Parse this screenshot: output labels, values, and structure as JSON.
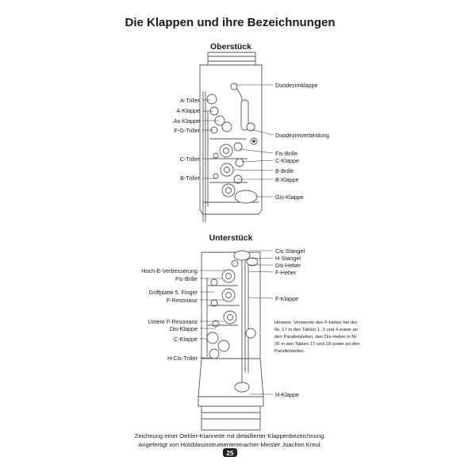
{
  "page": {
    "title": "Die Klappen und ihre Bezeichnungen",
    "number": "25",
    "caption_line1": "Zeichnung einer Oehler-Klarinette mit detaillierter Klappenbezeichnung.",
    "caption_line2": "Angefertigt von Holzblasinstrumentenmacher-Meister Joachim Kreul."
  },
  "upper": {
    "heading": "Oberstück",
    "left": [
      "A-Triller",
      "A-Klappe",
      "As-Klappe",
      "F-G-Triller",
      "C-Triller",
      "B-Triller"
    ],
    "right": [
      "Duodezimklappe",
      "Duodezimverbindung",
      "Fis-Brille",
      "C-Klappe",
      "B-Brille",
      "B-Klappe",
      "Gis-Klappe"
    ]
  },
  "lower": {
    "heading": "Unterstück",
    "left": [
      "Hoch-E-Verbesserung",
      "Fis-Brille",
      "Griffplatte 5. Finger",
      "F-Resonanz",
      "Untere F-Resonanz",
      "Dis-Klappe",
      "C-Klappe",
      "H-Cis-Triller"
    ],
    "right": [
      "Cis-Stangel",
      "H-Stangel",
      "Dis-Heber",
      "F-Heber",
      "F-Klappe",
      "H-Klappe"
    ]
  },
  "hint": {
    "line1": "Hinweis: Verwende den F-Heber bei der",
    "line2": "Nr. 17 in den Takten 1, 3 und 4 sowie an",
    "line3": "den Parallelstellen, den Dis-Heber in Nr.",
    "line4": "26 in den Takten 17 und 18 sowie an den",
    "line5": "Parallelstellen."
  }
}
